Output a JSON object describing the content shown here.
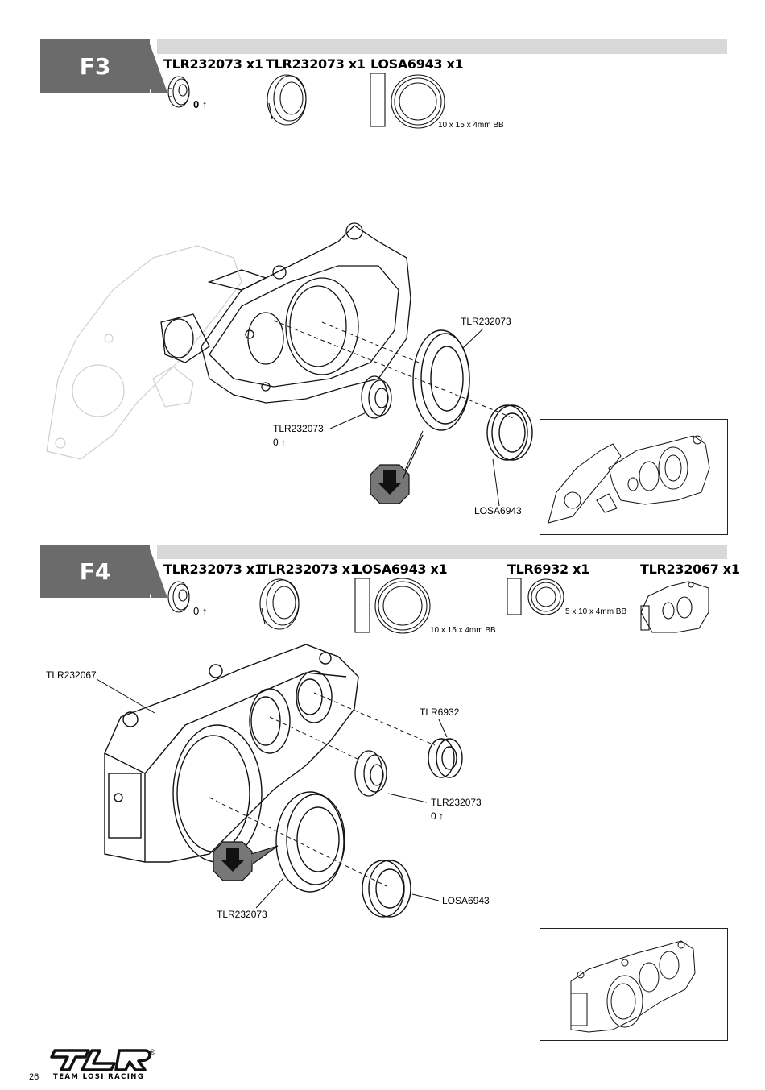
{
  "steps": [
    {
      "id": "F3",
      "parts": [
        {
          "label": "TLR232073 x1"
        },
        {
          "label": "TLR232073 x1"
        },
        {
          "label": "LOSA6943  x1",
          "note": "10 x 15 x 4mm BB"
        }
      ],
      "orientation": "0",
      "callouts": {
        "ring": "TLR232073",
        "insert": "TLR232073",
        "insert_orient": "0",
        "bearing": "LOSA6943"
      }
    },
    {
      "id": "F4",
      "parts": [
        {
          "label": "TLR232073 x1"
        },
        {
          "label": "TLR232073 x1"
        },
        {
          "label": "LOSA6943 x1",
          "note": "10 x 15 x 4mm BB"
        },
        {
          "label": "TLR6932 x1",
          "note": "5 x 10 x 4mm BB"
        },
        {
          "label": "TLR232067 x1"
        }
      ],
      "orientation": "0",
      "callouts": {
        "case": "TLR232067",
        "small_bearing": "TLR6932",
        "insert": "TLR232073",
        "insert_orient": "0",
        "bearing": "LOSA6943",
        "ring": "TLR232073"
      }
    }
  ],
  "footer": {
    "page_number": "26",
    "logo_text": "TLR",
    "logo_subtext": "TEAM LOSI RACING",
    "registered": "®"
  }
}
